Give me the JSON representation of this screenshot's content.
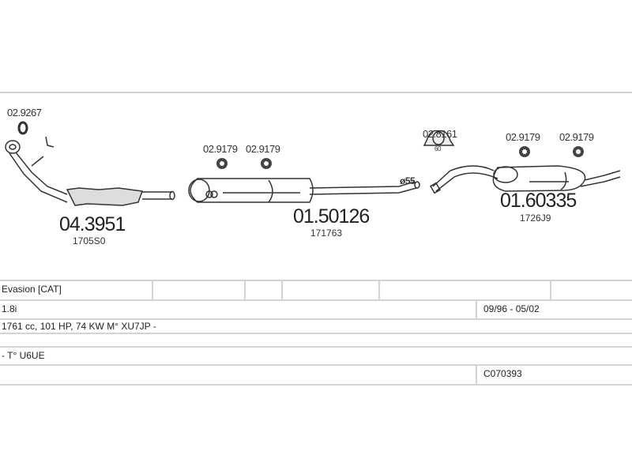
{
  "diagram": {
    "parts": [
      {
        "number": "04.3951",
        "ref": "1705S0",
        "gasket": "02.9267"
      },
      {
        "number": "01.50126",
        "ref": "171763",
        "mounts": [
          "02.9179",
          "02.9179"
        ]
      },
      {
        "number": "01.60335",
        "ref": "1726J9",
        "clamp": "02.8161",
        "clamp_size": "60",
        "mounts": [
          "02.9179",
          "02.9179"
        ]
      }
    ],
    "pipe_diameter": "ø55"
  },
  "table": {
    "model": "Evasion  [CAT]",
    "engine": "1.8i",
    "dates": "09/96 - 05/02",
    "specs": "1761 cc, 101 HP, 74 KW M° XU7JP -",
    "type": "- T° U6UE",
    "code": "C070393"
  }
}
